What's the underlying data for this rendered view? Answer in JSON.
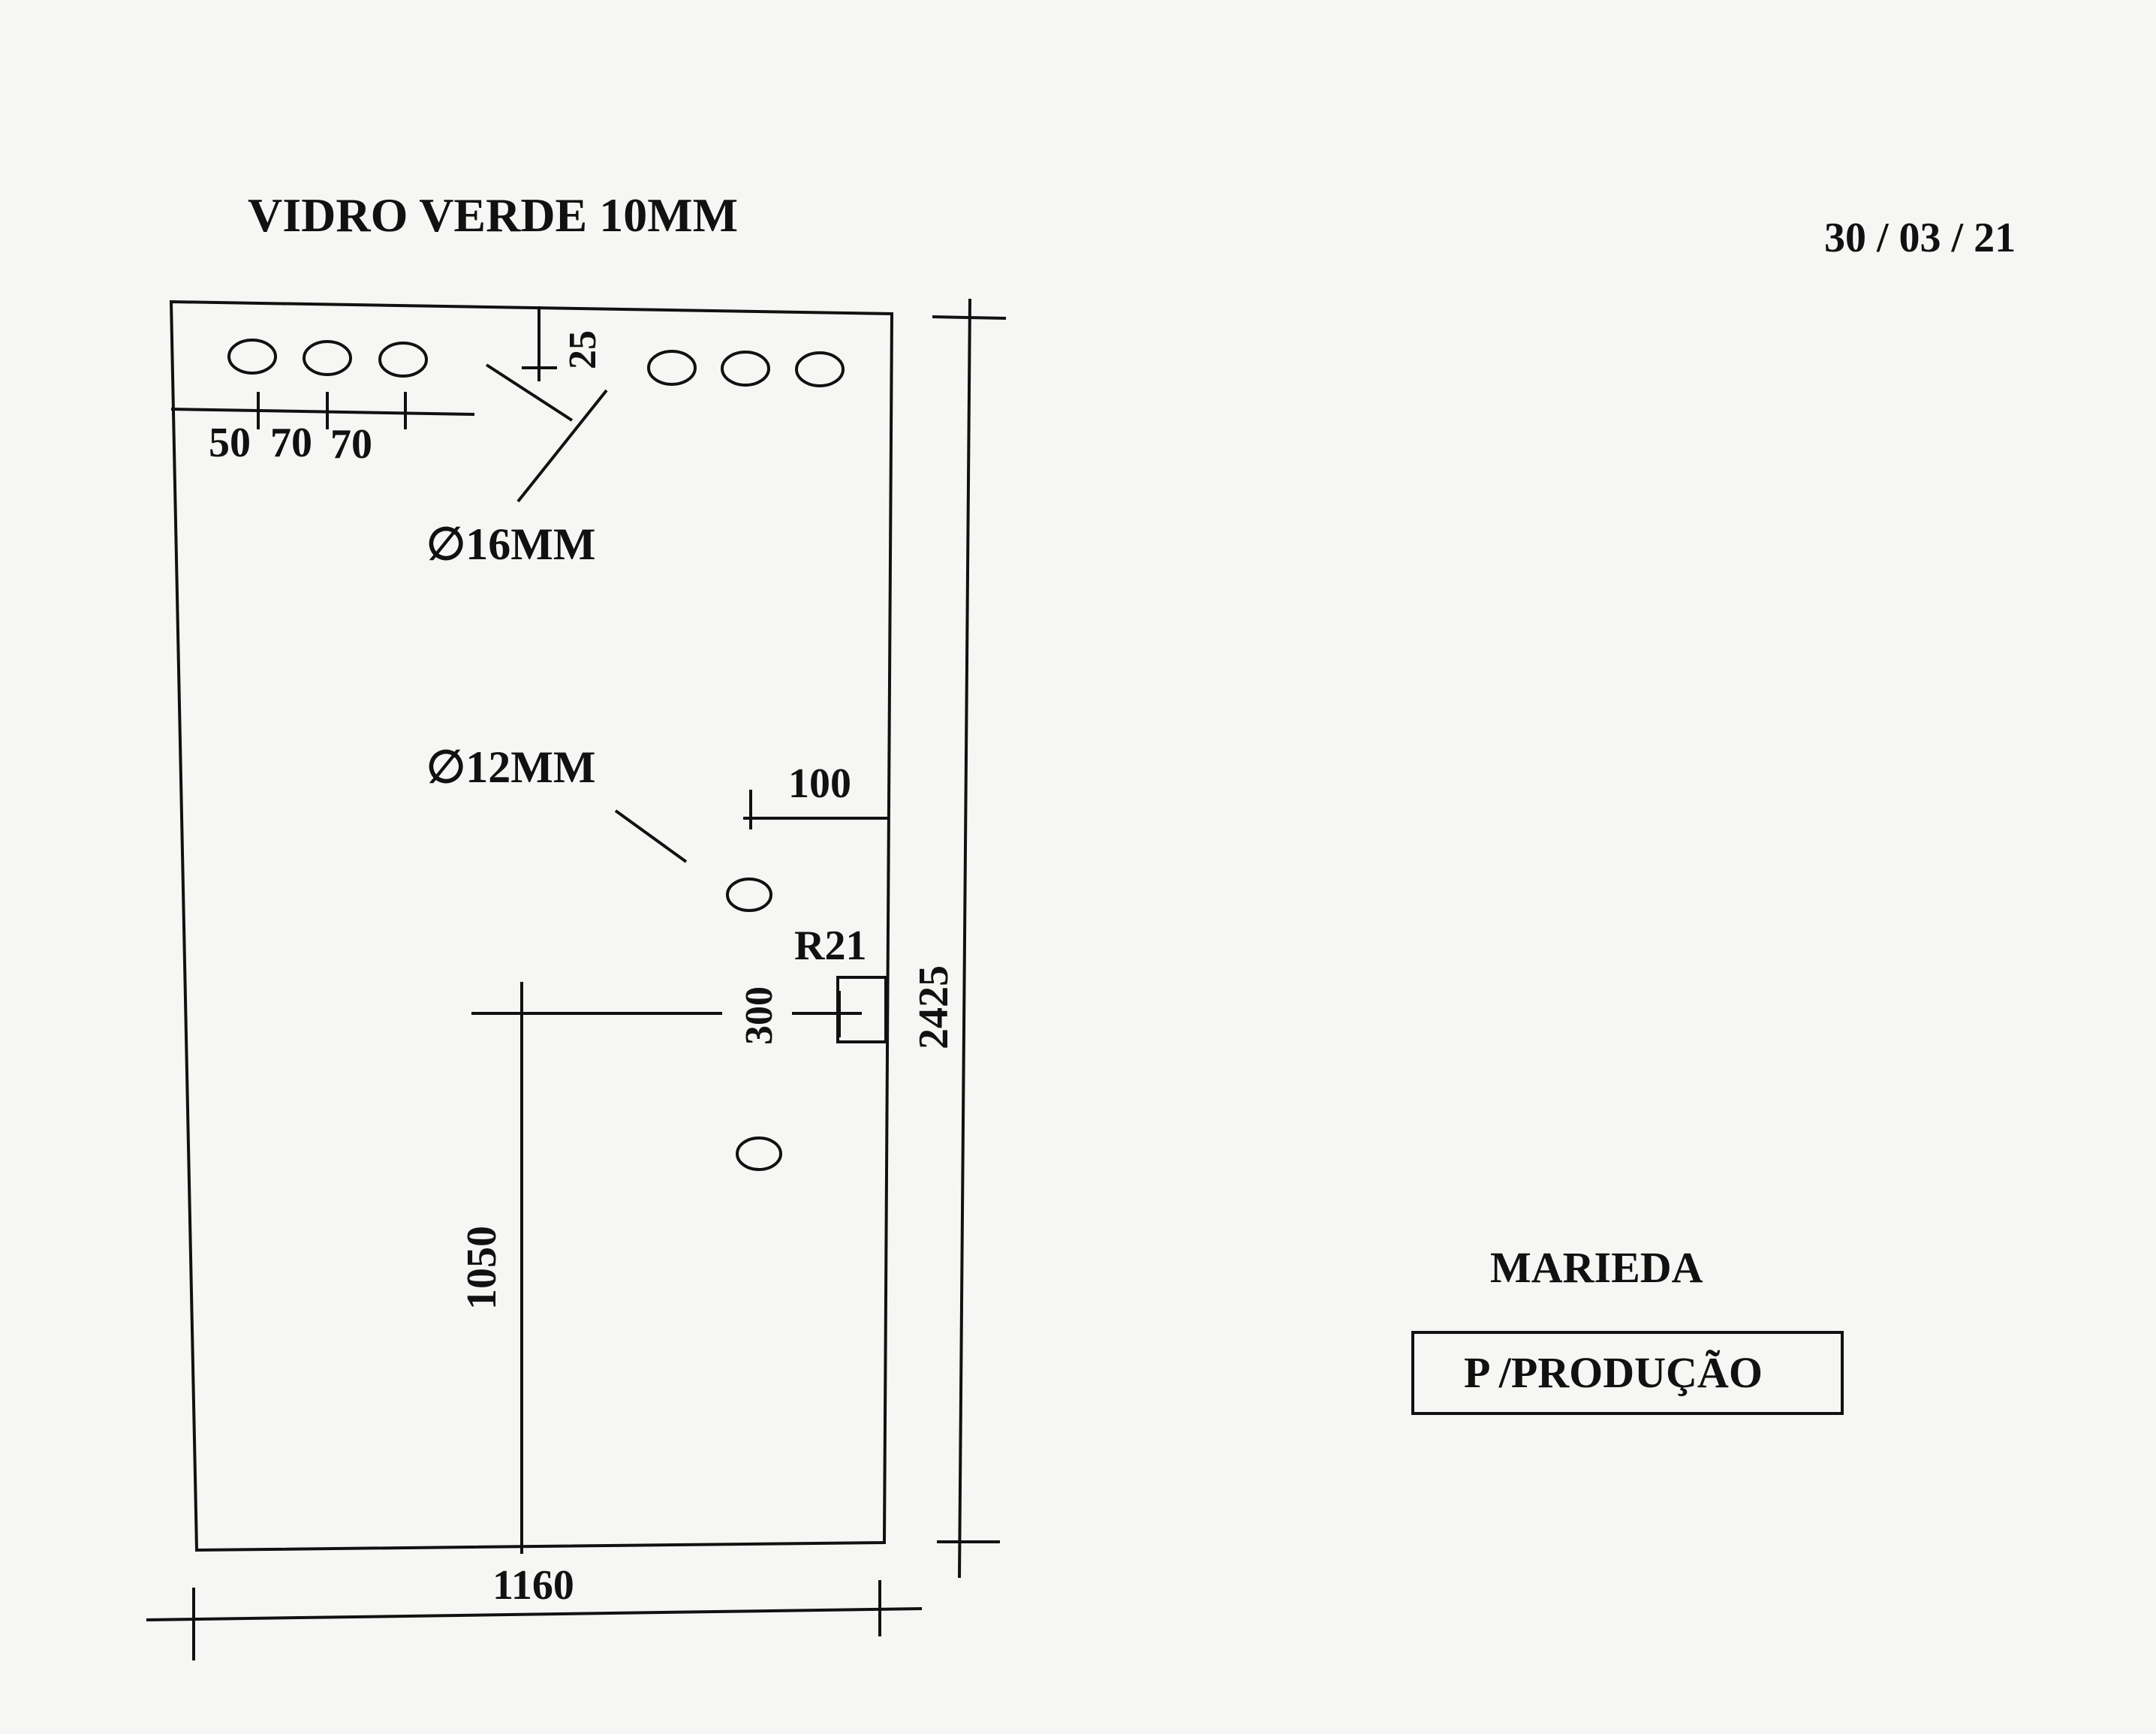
{
  "title": "VIDRO VERDE 10MM",
  "date": "30 / 03 / 21",
  "client": "MARIEDA",
  "stamp": "P /PRODUÇÃO",
  "dimensions": {
    "width": "1160",
    "height": "2425",
    "top_offset": "25",
    "hole_spacing_1": "50",
    "hole_spacing_2": "70",
    "hole_spacing_3": "70",
    "edge_offset": "100",
    "notch_height": "300",
    "notch_from_bottom": "1050"
  },
  "labels": {
    "large_holes": "∅16MM",
    "small_holes": "∅12MM",
    "notch_radius": "R21"
  },
  "colors": {
    "ink": "#111111",
    "paper": "#f6f6f4"
  }
}
